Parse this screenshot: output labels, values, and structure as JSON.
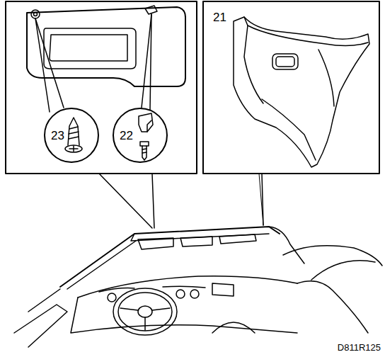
{
  "diagram": {
    "nodes": [
      {
        "text": [
          "21"
        ]
      },
      {
        "text": [
          "23"
        ]
      },
      {
        "text": [
          "22"
        ]
      }
    ],
    "labels": [
      "D811R125"
    ]
  }
}
